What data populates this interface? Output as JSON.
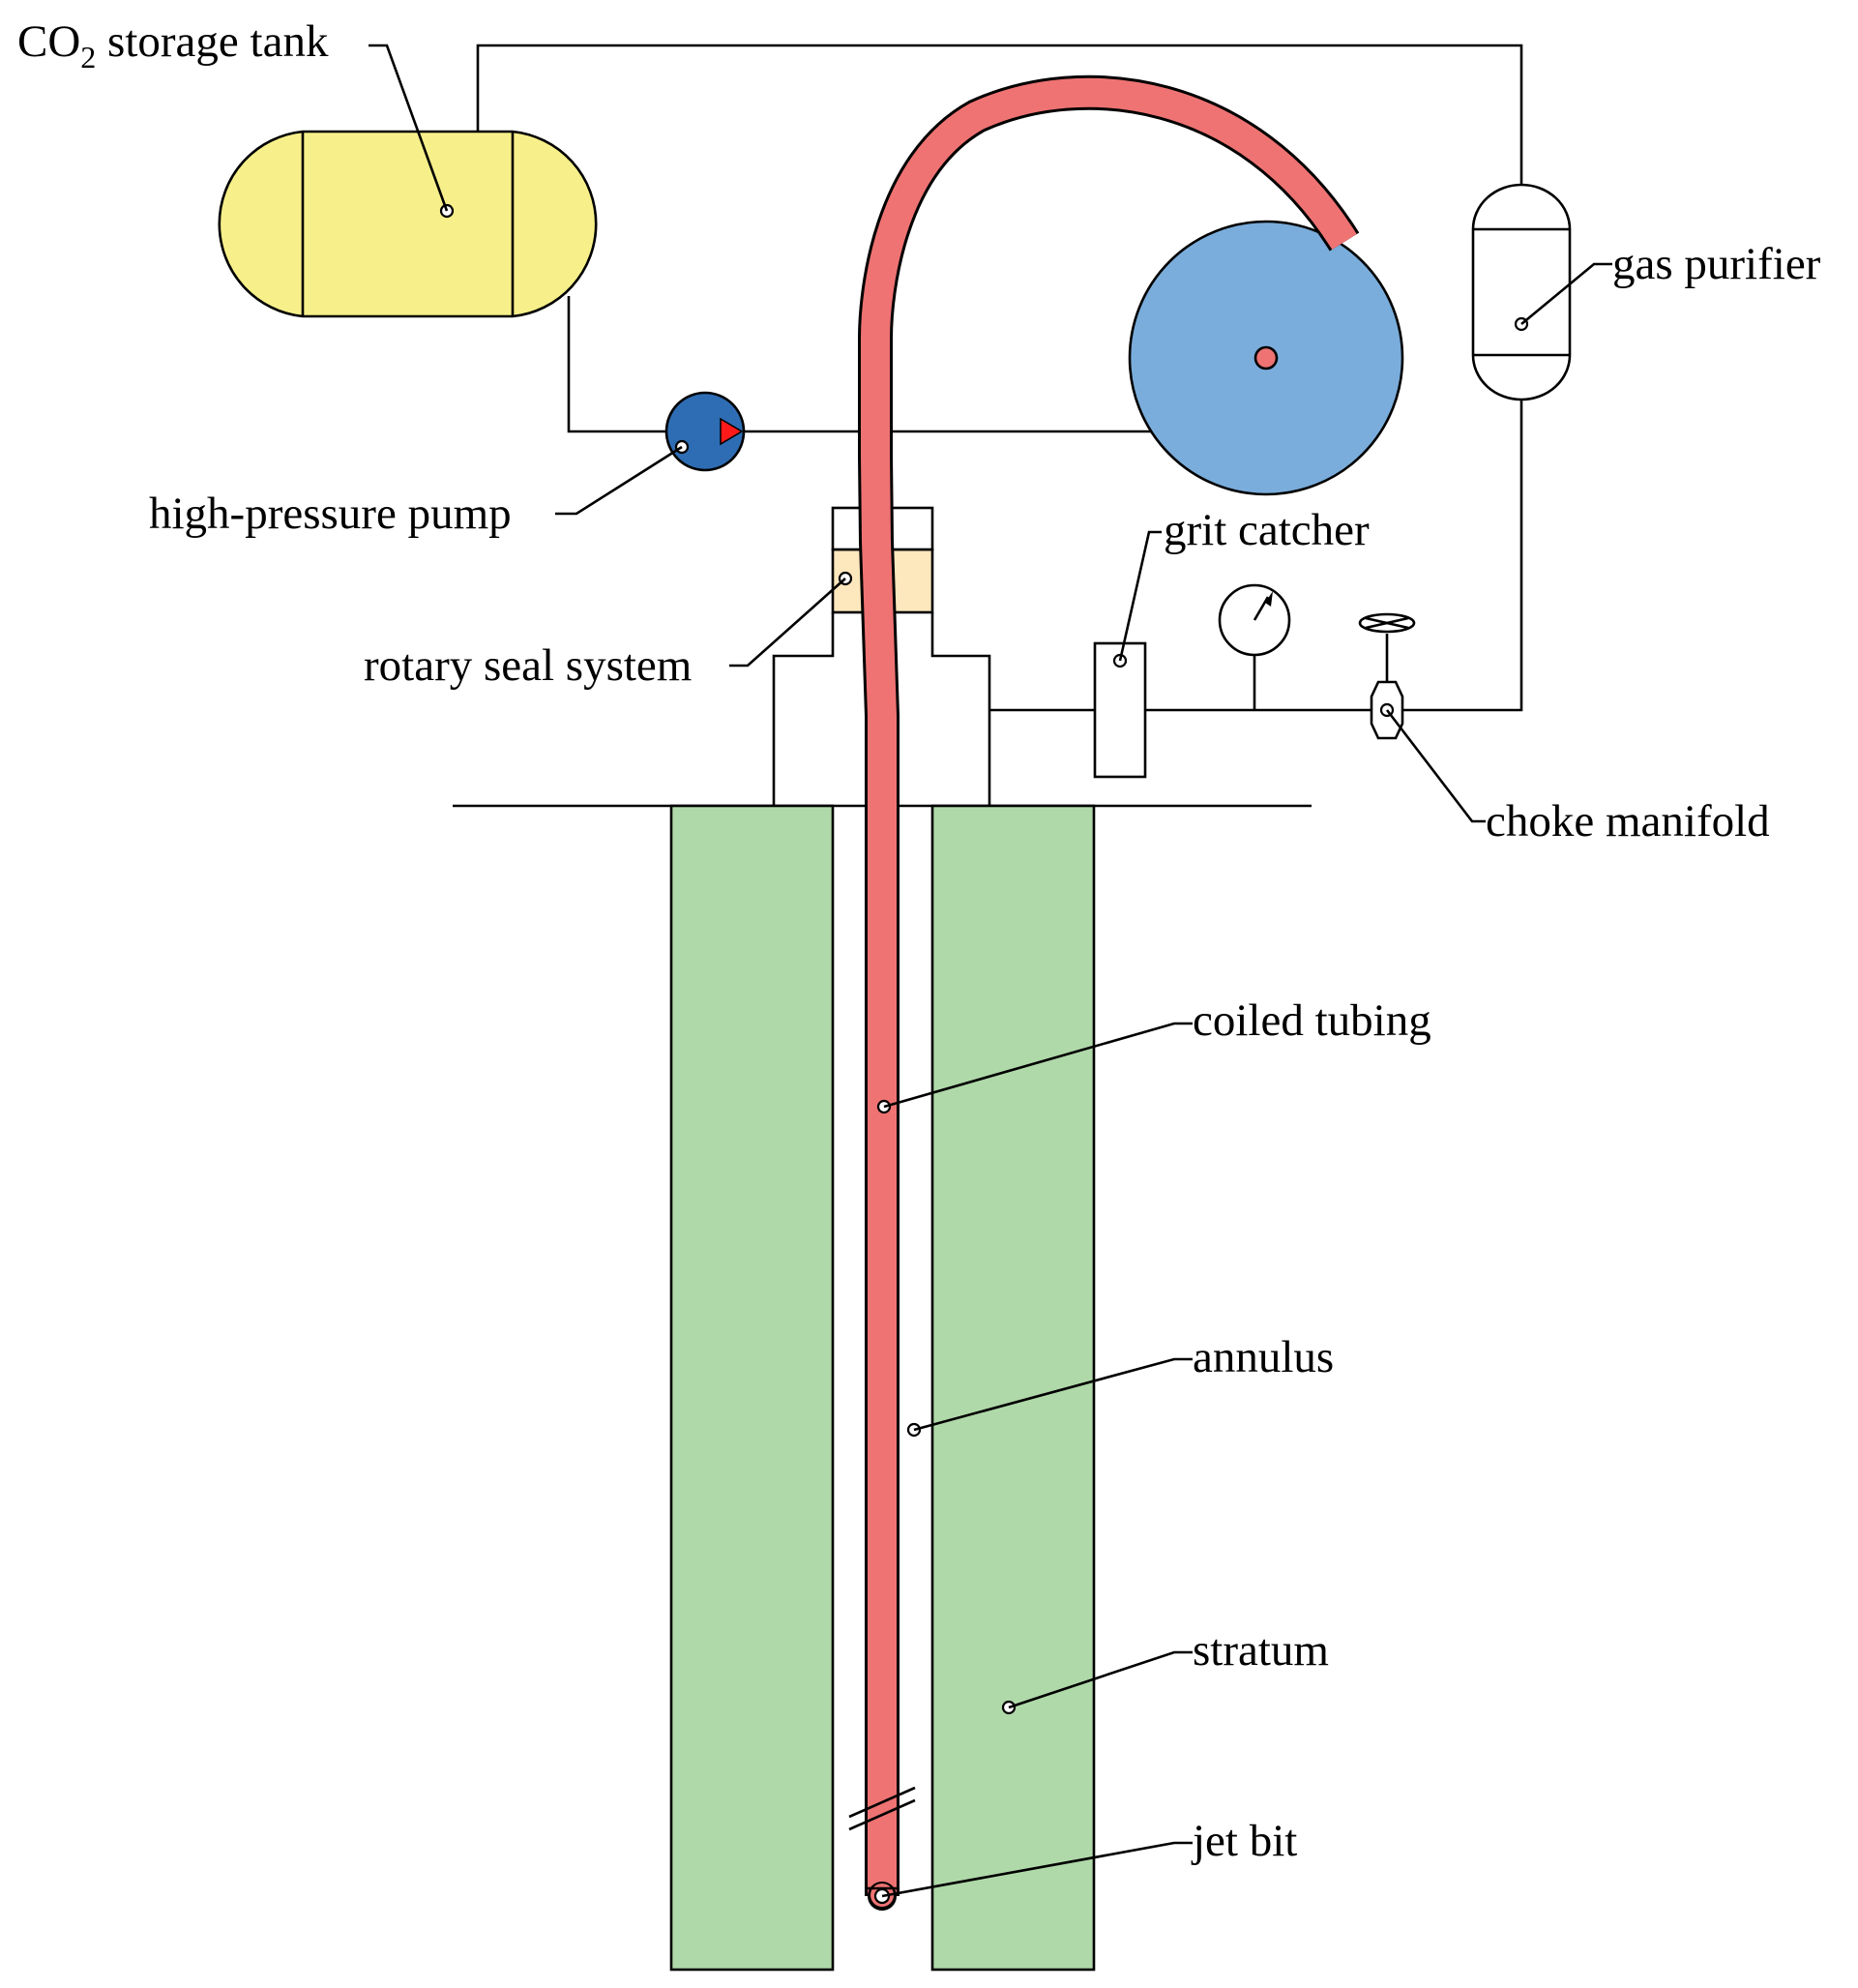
{
  "labels": {
    "co2_tank_main": "CO",
    "co2_tank_sub": "2",
    "co2_tank_rest": " storage tank",
    "gas_purifier": "gas purifier",
    "high_pressure_pump": "high-pressure pump",
    "grit_catcher": "grit catcher",
    "rotary_seal_system": "rotary seal system",
    "choke_manifold": "choke manifold",
    "coiled_tubing": "coiled tubing",
    "annulus": "annulus",
    "stratum": "stratum",
    "jet_bit": "jet bit"
  },
  "colors": {
    "tank": "#f7f08a",
    "reel": "#7aaddb",
    "pump": "#2e6db4",
    "pump_arrow": "#ff1a1a",
    "tubing": "#ef7373",
    "seal": "#fde7bd",
    "stratum": "#b0d9a9",
    "reel_hub": "#ef7373"
  }
}
